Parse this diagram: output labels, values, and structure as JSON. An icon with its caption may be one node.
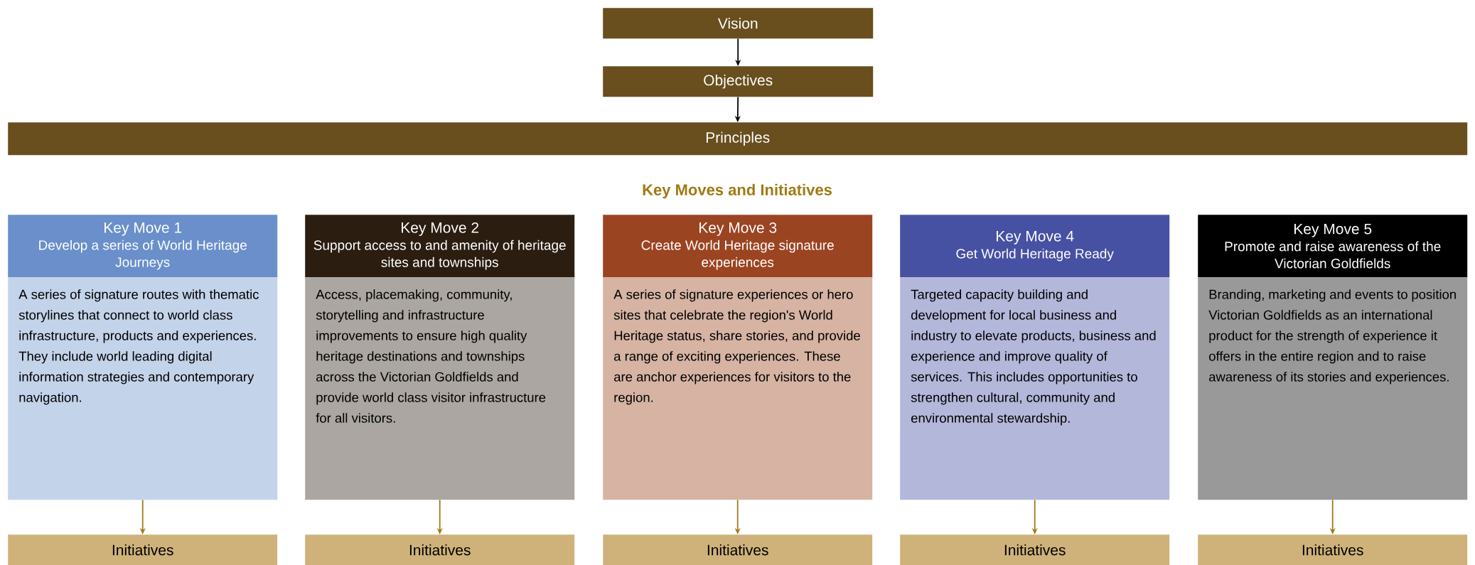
{
  "diagram": {
    "title": "Key Moves and Initiatives",
    "nodes": [
      {
        "text": [
          "Vision"
        ]
      },
      {
        "text": [
          "Objectives"
        ]
      },
      {
        "text": [
          "Principles"
        ]
      },
      {
        "text": [
          "Key Move 1",
          "Develop a series of World Heritage Journeys"
        ]
      },
      {
        "text": [
          "Key Move 2",
          "Support access to and amenity of heritage sites and townships"
        ]
      },
      {
        "text": [
          "Key Move 3",
          "Create World Heritage signature experiences"
        ]
      },
      {
        "text": [
          "Key Move 4",
          "Get World Heritage Ready"
        ]
      },
      {
        "text": [
          "Key Move 5",
          "Promote and raise awareness of the Victorian Goldfields"
        ]
      },
      {
        "text": [
          "A series of signature routes with thematic storylines that connect to world class infrastructure, products and experiences. They include world leading digital information strategies and contemporary navigation."
        ]
      },
      {
        "text": [
          "Access, placemaking, community, storytelling and infrastructure improvements to ensure high quality heritage destinations and townships across the Victorian Goldfields and provide world class visitor infrastructure for all visitors."
        ]
      },
      {
        "text": [
          "A series of signature experiences or hero sites that celebrate the region's World Heritage status, share stories, and provide a range of exciting experiences. These are anchor experiences for visitors to the region."
        ]
      },
      {
        "text": [
          "Targeted capacity building and development for local business and industry to elevate products, business and experience and improve quality of services. This includes opportunities to strengthen cultural, community and environmental stewardship."
        ]
      },
      {
        "text": [
          "Branding, marketing and events to position Victorian Goldfields as an international product for the strength of experience it offers in the entire region and to raise awareness of its stories and experiences."
        ]
      },
      {
        "text": [
          "Initiatives"
        ]
      },
      {
        "text": [
          "Initiatives"
        ]
      },
      {
        "text": [
          "Initiatives"
        ]
      },
      {
        "text": [
          "Initiatives"
        ]
      },
      {
        "text": [
          "Initiatives"
        ]
      }
    ],
    "edges": [
      {
        "from": 0,
        "to": 1,
        "arrow": "to",
        "color": "#000000"
      },
      {
        "from": 1,
        "to": 2,
        "arrow": "to",
        "color": "#000000"
      },
      {
        "from": 8,
        "to": 13,
        "arrow": "to"
      },
      {
        "from": 9,
        "to": 14,
        "arrow": "to"
      },
      {
        "from": 10,
        "to": 15,
        "arrow": "to"
      },
      {
        "from": 11,
        "to": 16,
        "arrow": "to"
      },
      {
        "from": 12,
        "to": 17,
        "arrow": "to"
      }
    ]
  }
}
